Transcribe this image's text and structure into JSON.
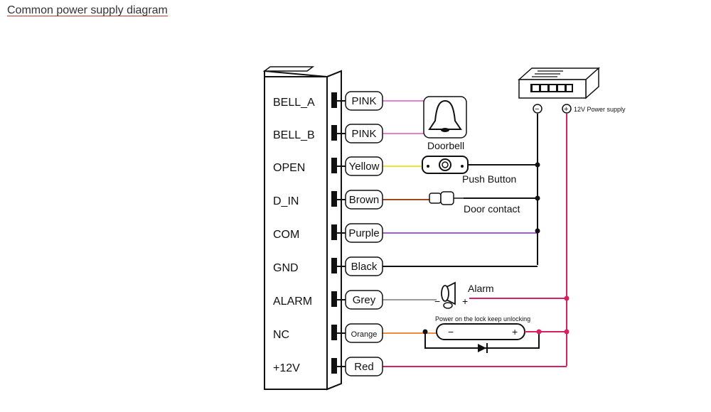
{
  "page": {
    "title": "Common power supply diagram"
  },
  "controller": {
    "terminals": [
      "BELL_A",
      "BELL_B",
      "OPEN",
      "D_IN",
      "COM",
      "GND",
      "ALARM",
      "NC",
      "+12V"
    ]
  },
  "wires": [
    {
      "label": "PINK",
      "color": "#e87fcf"
    },
    {
      "label": "PINK",
      "color": "#e87fcf"
    },
    {
      "label": "Yellow",
      "color": "#f2e13a"
    },
    {
      "label": "Brown",
      "color": "#9b4a1c"
    },
    {
      "label": "Purple",
      "color": "#a35bd9"
    },
    {
      "label": "Black",
      "color": "#111111"
    },
    {
      "label": "Grey",
      "color": "#9a9a9a"
    },
    {
      "label": "Orange",
      "color": "#f08a3c"
    },
    {
      "label": "Red",
      "color": "#d6205f"
    }
  ],
  "devices": {
    "doorbell": "Doorbell",
    "push_button": "Push Button",
    "door_contact": "Door contact",
    "alarm": "Alarm",
    "alarm_minus": "−",
    "alarm_plus": "+",
    "lock_note": "Power on the lock keep unlocking",
    "lock_minus": "−",
    "lock_plus": "+"
  },
  "power_supply": {
    "minus_symbol": "−",
    "plus_symbol": "+",
    "label": "12V Power supply"
  },
  "colors": {
    "positive_line": "#d6205f",
    "negative_line": "#111111"
  }
}
